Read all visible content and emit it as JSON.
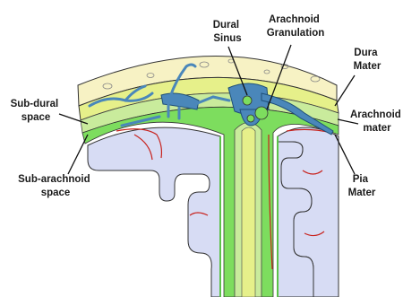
{
  "labels": {
    "dural_sinus": [
      "Dural",
      "Sinus"
    ],
    "arachnoid_granulation": [
      "Arachnoid",
      "Granulation"
    ],
    "dura_mater": [
      "Dura",
      "Mater"
    ],
    "arachnoid_mater": [
      "Arachnoid",
      "mater"
    ],
    "sub_dural_space": [
      "Sub-dural",
      "space"
    ],
    "sub_arachnoid_space": [
      "Sub-arachnoid",
      "space"
    ],
    "pia_mater": [
      "Pia",
      "Mater"
    ]
  },
  "colors": {
    "skull": "#f7f2c4",
    "dura": "#e6f08a",
    "arachnoid": "#c9eb9c",
    "subarachnoid": "#7ddd5e",
    "pia_line": "#5bc24a",
    "brain": "#d7dcf4",
    "sinus": "#4a87ba",
    "vessel": "#c8211c"
  }
}
